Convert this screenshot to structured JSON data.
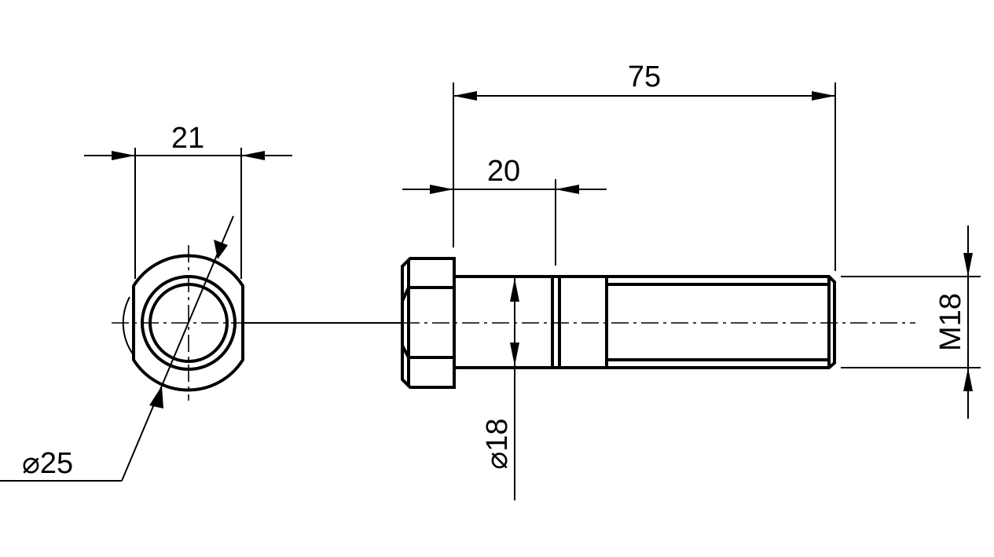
{
  "drawing": {
    "title": "Hex bolt drawing",
    "dimensions": {
      "head_width": "21",
      "head_diameter": "⌀25",
      "shank_length": "20",
      "total_length": "75",
      "shank_diameter": "⌀18",
      "thread": "M18"
    },
    "line_color": "#000000",
    "background": "#ffffff"
  }
}
